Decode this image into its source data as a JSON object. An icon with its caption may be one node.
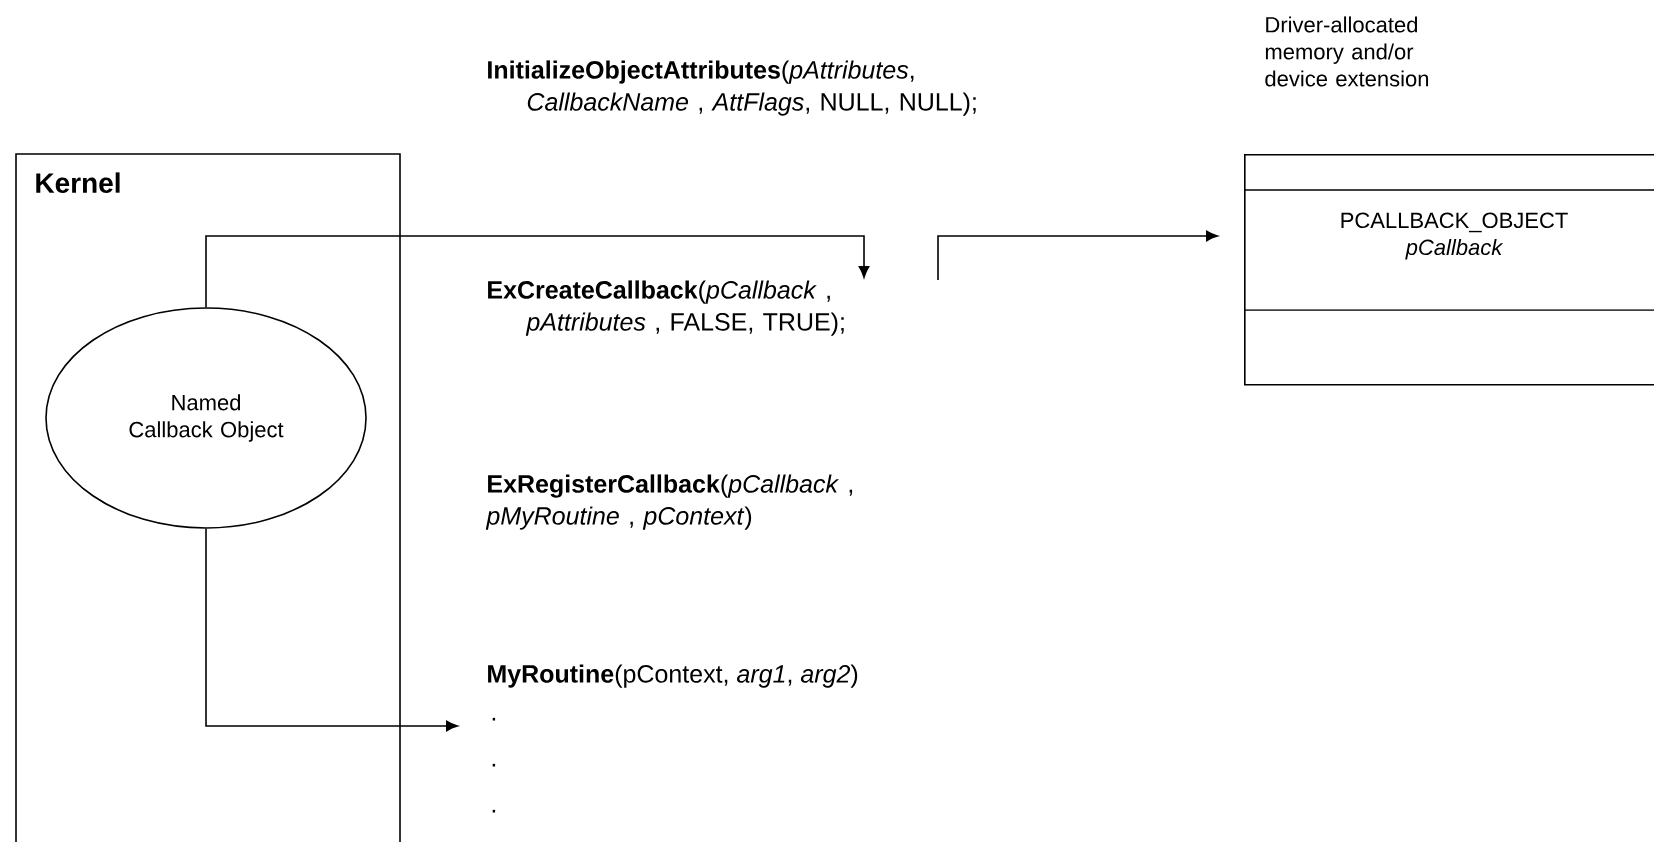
{
  "diagram": {
    "nodes": [
      {
        "text": [
          "Kernel"
        ]
      },
      {
        "text": [
          "Named Callback Object"
        ],
        "in": 0
      },
      {
        "text": [
          "**ExCreateCallback**(*pCallback* , *pAttributes* , FALSE, TRUE);"
        ]
      },
      {
        "text": [
          "Driver-allocated memory and/or device extension",
          "PCALLBACK_OBJECT",
          "pCallback"
        ]
      },
      {
        "text": [
          "**MyRoutine**(pContext, *arg1*, *arg2*)",
          ".",
          ".",
          "."
        ]
      }
    ],
    "edges": [
      {
        "from": 1,
        "to": 2,
        "arrow": "to"
      },
      {
        "from": 2,
        "to": 3,
        "arrow": "to"
      },
      {
        "from": 1,
        "to": 4,
        "arrow": "to"
      }
    ],
    "labels": [
      "**InitializeObjectAttributes**(*pAttributes*, *CallbackName* , *AttFlags*, NULL, NULL);",
      "**ExRegisterCallback**(*pCallback* , *pMyRoutine* , *pContext*)"
    ]
  }
}
